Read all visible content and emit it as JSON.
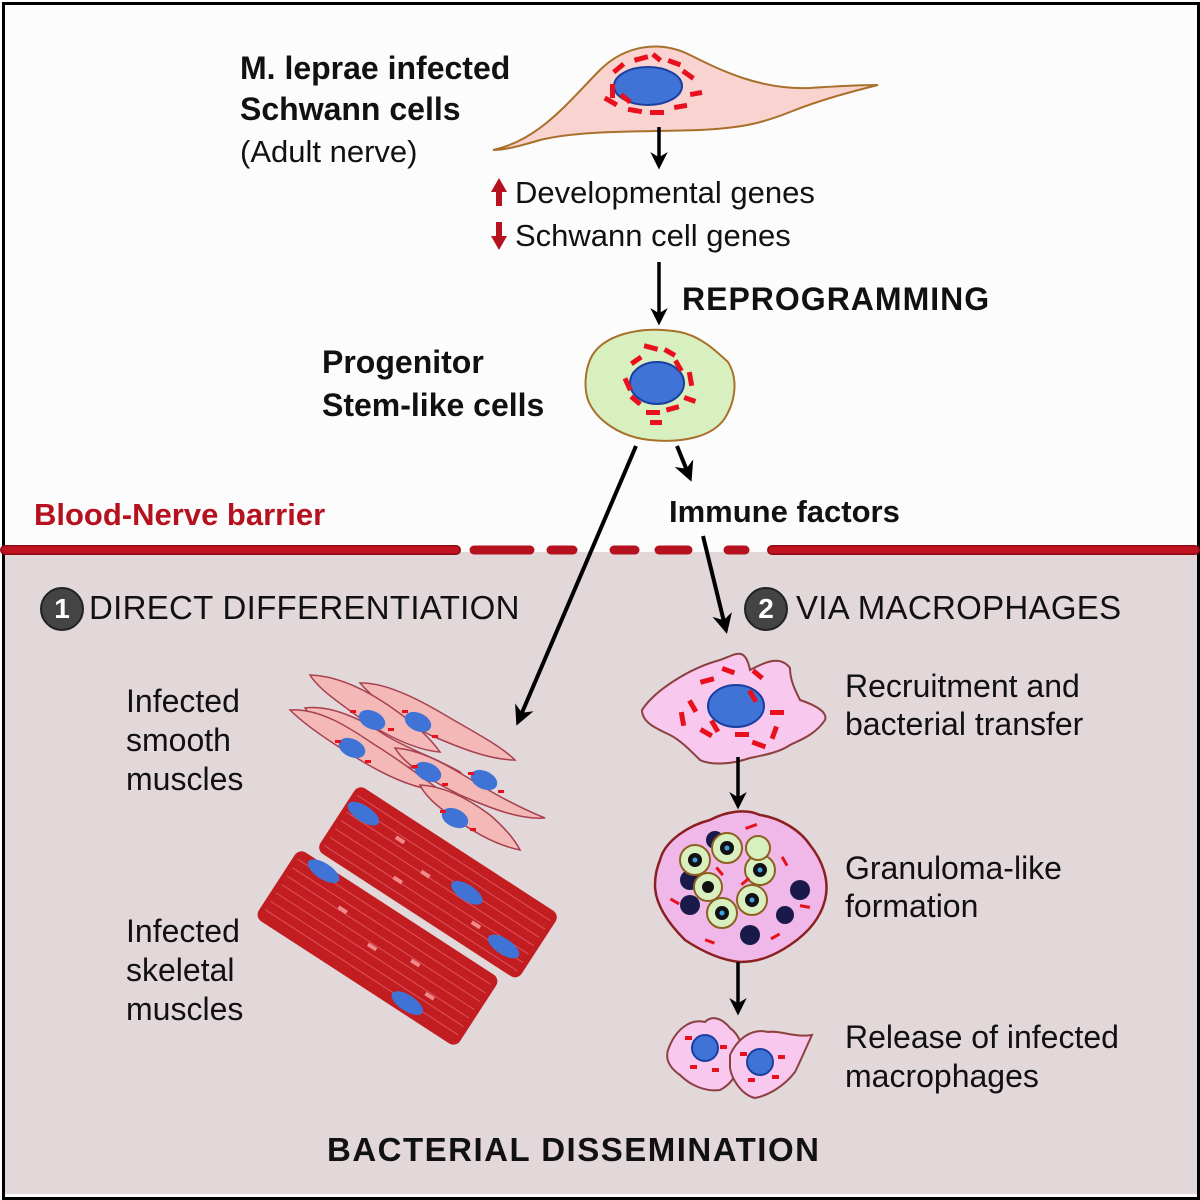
{
  "figure": {
    "colors": {
      "upper_background": "#fdfcfc",
      "lower_background": "#e2d7d9",
      "barrier_red": "#b5111f",
      "nucleus_blue": "#3f73d6",
      "bacteria_red": "#e8101c",
      "schwann_cell_fill": "#f8d3d0",
      "progenitor_fill": "#d8f0c0",
      "macrophage_fill": "#f8c8ee",
      "skeletal_muscle": "#c21e22",
      "badge_gray": "#444444"
    },
    "top": {
      "schwann_label_line1": "M. leprae infected",
      "schwann_label_line2": "Schwann cells",
      "schwann_label_line3": "(Adult nerve)",
      "gene_up_label": "Developmental genes",
      "gene_down_label": "Schwann cell genes",
      "gene_up_icon": "up-arrow",
      "gene_down_icon": "down-arrow",
      "reprogramming_label": "REPROGRAMMING",
      "progenitor_label_line1": "Progenitor",
      "progenitor_label_line2": "Stem-like cells",
      "immune_factors_label": "Immune factors"
    },
    "barrier": {
      "label": "Blood-Nerve barrier"
    },
    "pathways": [
      {
        "number": "1",
        "label": "DIRECT DIFFERENTIATION"
      },
      {
        "number": "2",
        "label": "VIA MACROPHAGES"
      }
    ],
    "direct_differentiation": {
      "smooth_label": [
        "Infected",
        "smooth",
        "muscles"
      ],
      "skeletal_label": [
        "Infected",
        "skeletal",
        "muscles"
      ]
    },
    "via_macrophages": {
      "steps": [
        {
          "line1": "Recruitment and",
          "line2": "bacterial transfer"
        },
        {
          "line1": "Granuloma-like",
          "line2": "formation"
        },
        {
          "line1": "Release of infected",
          "line2": "macrophages"
        }
      ]
    },
    "footer": {
      "label": "BACTERIAL DISSEMINATION"
    }
  }
}
